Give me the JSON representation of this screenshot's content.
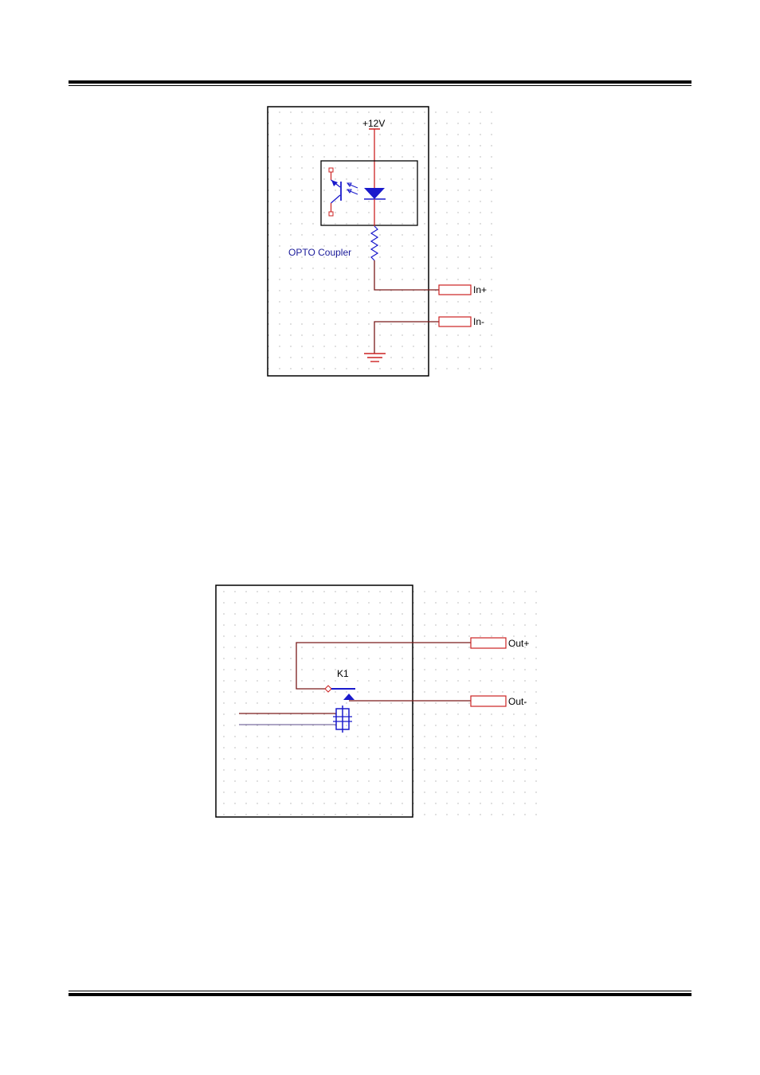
{
  "diagram_input": {
    "voltage_label": "+12V",
    "component_label": "OPTO Coupler",
    "terminal_in_plus": "In+",
    "terminal_in_minus": "In-"
  },
  "diagram_output": {
    "relay_label": "K1",
    "terminal_out_plus": "Out+",
    "terminal_out_minus": "Out-"
  },
  "colors": {
    "wire": "#cc2222",
    "wire_dark": "#7a1a1a",
    "component": "#1a1acc",
    "frame": "#000000",
    "grid_dot": "#b0b0b0"
  }
}
